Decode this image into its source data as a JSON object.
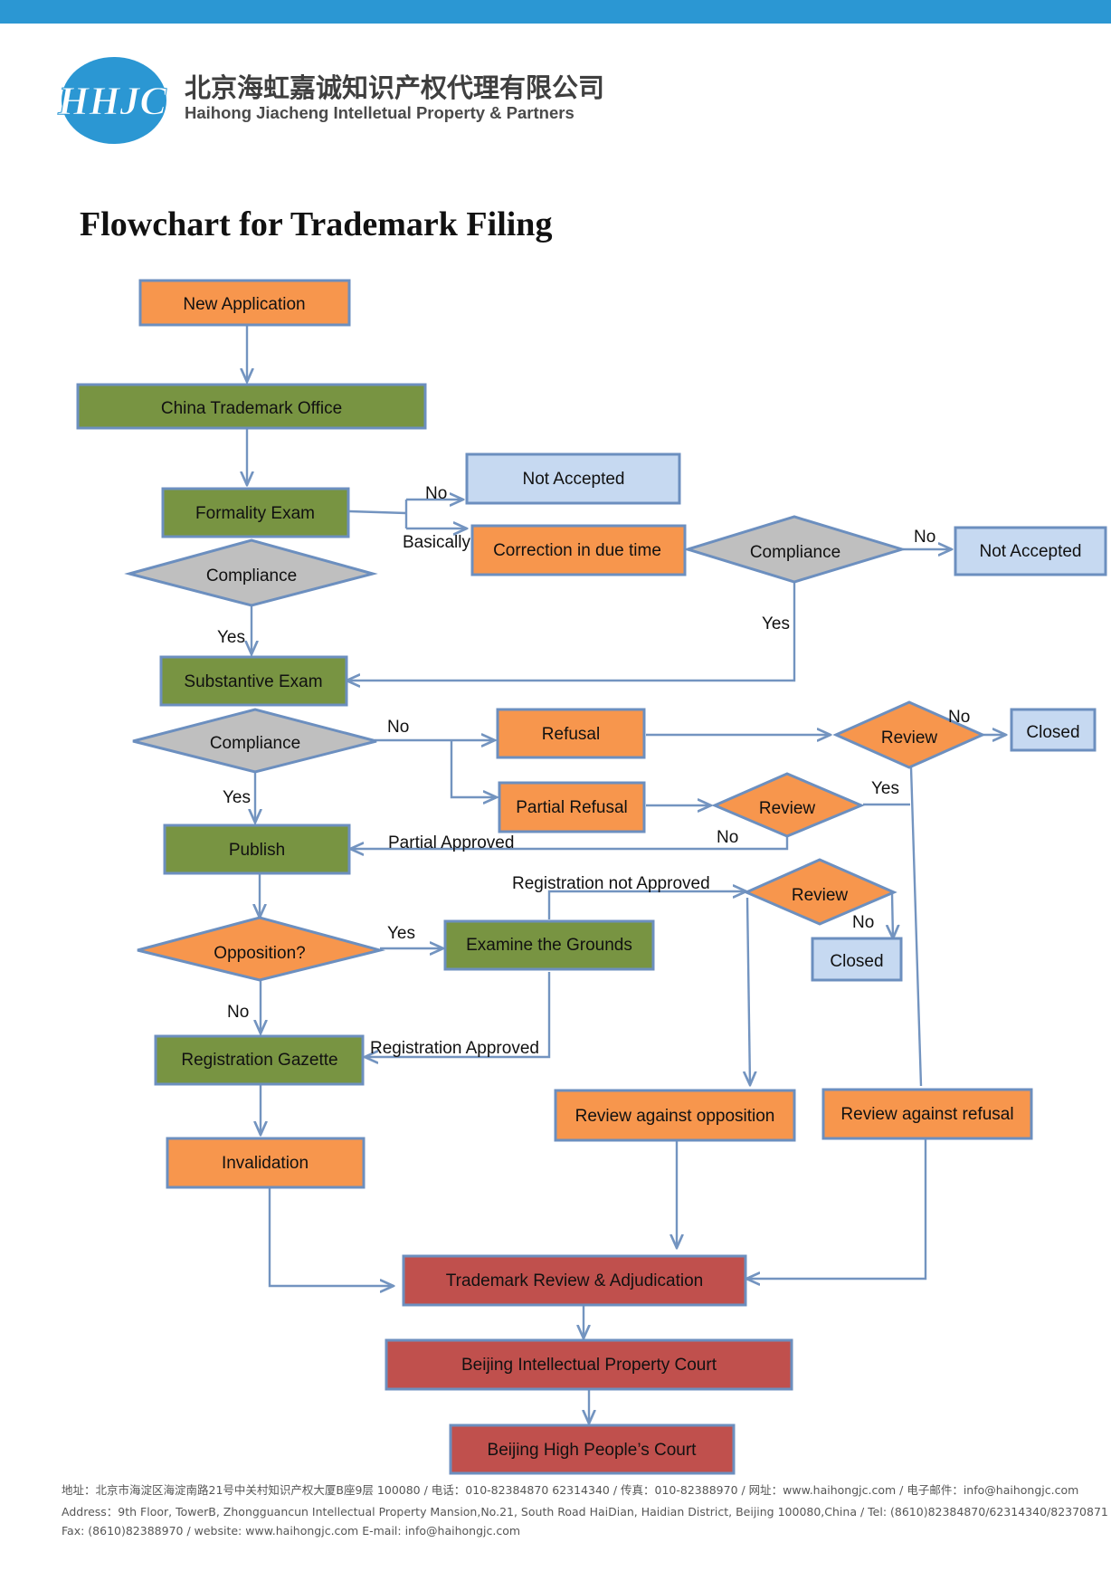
{
  "header": {
    "logo_text": "HHJC",
    "company_cn": "北京海虹嘉诚知识产权代理有限公司",
    "company_en": "Haihong Jiacheng Intelletual Property & Partners"
  },
  "title": "Flowchart for Trademark Filing",
  "colors": {
    "topbar": "#2b97d3",
    "orange": "#f7964d",
    "green": "#789442",
    "light_blue": "#c6d9f1",
    "gray": "#bfbfbf",
    "red": "#c0504d",
    "line": "#7394c0",
    "border": "#6c8fbf"
  },
  "nodes": {
    "new_application": "New Application",
    "china_tm_office": "China Trademark Office",
    "formality_exam": "Formality Exam",
    "not_accepted_1": "Not Accepted",
    "correction": "Correction in due time",
    "compliance_formality": "Compliance",
    "compliance_correction": "Compliance",
    "not_accepted_2": "Not Accepted",
    "substantive_exam": "Substantive Exam",
    "compliance_substantive": "Compliance",
    "refusal": "Refusal",
    "partial_refusal": "Partial Refusal",
    "review_refusal": "Review",
    "closed_1": "Closed",
    "review_partial": "Review",
    "publish": "Publish",
    "opposition": "Opposition?",
    "examine_grounds": "Examine the Grounds",
    "review_grounds": "Review",
    "closed_2": "Closed",
    "registration_gazette": "Registration Gazette",
    "invalidation": "Invalidation",
    "review_against_opposition": "Review against opposition",
    "review_against_refusal": "Review against refusal",
    "tm_review_adjudication": "Trademark Review & Adjudication",
    "bj_ip_court": "Beijing Intellectual Property Court",
    "bj_high_court": "Beijing High People’s Court"
  },
  "edge_labels": {
    "formality_no": "No",
    "formality_basically": "Basically",
    "compliance_correction_no": "No",
    "compliance_correction_yes": "Yes",
    "compliance_formality_yes": "Yes",
    "substantive_no": "No",
    "substantive_yes": "Yes",
    "review_refusal_no": "No",
    "review_refusal_yes": "Yes",
    "review_partial_no": "No",
    "partial_approved": "Partial Approved",
    "registration_not_approved": "Registration not Approved",
    "review_grounds_no": "No",
    "opposition_yes": "Yes",
    "opposition_no": "No",
    "registration_approved": "Registration Approved"
  },
  "footer": {
    "line1": "地址：北京市海淀区海淀南路21号中关村知识产权大厦B座9层 100080 / 电话：010-82384870  62314340  /  传真：010-82388970  /  网址：www.haihongjc.com  /  电子邮件：info@haihongjc.com",
    "line2": "Address：9th Floor, TowerB, Zhongguancun Intellectual Property Mansion,No.21, South Road HaiDian, Haidian District, Beijing 100080,China  /  Tel: (8610)82384870/62314340/82370871",
    "line3": "Fax: (8610)82388970  /  website: www.haihongjc.com    E-mail: info@haihongjc.com"
  }
}
